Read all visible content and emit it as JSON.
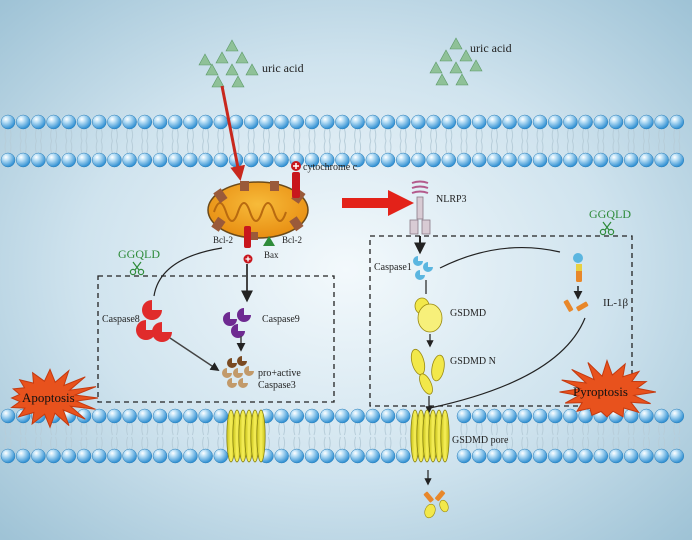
{
  "labels": {
    "uric_acid_left": "uric acid",
    "uric_acid_right": "uric acid",
    "cytochrome_c": "cytochrome c",
    "bcl2_left": "Bcl-2",
    "bcl2_right": "Bcl-2",
    "bax": "Bax",
    "nlrp3": "NLRP3",
    "ggqld_left": "GGQLD",
    "ggqld_right": "GGQLD",
    "caspase8": "Caspase8",
    "caspase9": "Caspase9",
    "caspase3_line1": "pro+active",
    "caspase3_line2": "Caspase3",
    "caspase1": "Caspase1",
    "gsdmd": "GSDMD",
    "gsdmd_n": "GSDMD N",
    "il1b": "IL-1β",
    "apoptosis": "Apoptosis",
    "pyroptosis": "Pyroptosis",
    "gsdmd_pore": "GSDMD pore"
  },
  "colors": {
    "background_center": "#f2f8fb",
    "background_edge": "#a9c9d9",
    "membrane_bead": "#3d9ad6",
    "uric_acid": "#8fc198",
    "arrow_red": "#e32219",
    "mito_orange": "#f2a219",
    "burst": "#e8521d",
    "caspase8": "#e02b2b",
    "caspase9": "#6e2a91",
    "caspase3": "#9a6a3a",
    "gsdmd_yellow": "#f2e84a",
    "il1b_orange": "#e8872a",
    "ggqld_green": "#2e8b3a"
  }
}
